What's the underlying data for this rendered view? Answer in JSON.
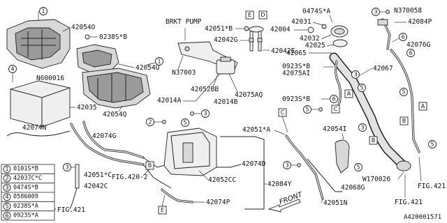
{
  "labels": {
    "l42054O": "42054O",
    "l0238SB": "0238S*B",
    "lBrktPump": "BRKT PUMP",
    "l42051B": "42051*B",
    "lE": "E",
    "lD": "D",
    "l42042G": "42042G",
    "l42042E": "42042E",
    "l0474SA": "0474S*A",
    "lN370058": "N370058",
    "l42031": "42031",
    "l42004": "42004",
    "l42084P": "42084P",
    "l42032": "42032",
    "l42025": "42025",
    "l42076G": "42076G",
    "l42065": "42065",
    "l42067": "42067",
    "l0923SB_1": "0923S*B",
    "l42075AI": "42075AI",
    "l42054U": "42054U",
    "lN37003": "N37003",
    "lN600016": "N600016",
    "l42052BB": "42052BB",
    "l42075AQ": "42075AQ",
    "l0923SB_2": "0923S*B",
    "l42035": "42035",
    "l42014A": "42014A",
    "l42014B": "42014B",
    "l42054Q": "42054Q",
    "l42074N": "42074N",
    "l42074G": "42074G",
    "l42051A": "42051*A",
    "l42054I": "42054I",
    "l42074D": "42074D",
    "l42051C": "42051*C",
    "l42042C": "42042C",
    "l42052CC": "42052CC",
    "l42084Y": "42084Y",
    "lFig4202": "FIG.420-2",
    "l42074P": "42074P",
    "lW170026": "W170026",
    "l42068G": "42068G",
    "lFig421_1": "FIG.421",
    "lFig421_2": "FIG.421",
    "lFig421_3": "FIG.421",
    "l42051N": "42051N",
    "lFront": "FRONT",
    "lDocId": "A420001571"
  },
  "callouts": {
    "c1": "1",
    "c2": "2",
    "c3": "3",
    "c4": "4",
    "c5": "5",
    "c6": "6"
  },
  "letters": {
    "A": "A",
    "B": "B",
    "C": "C",
    "D": "D",
    "E": "E"
  },
  "legend": [
    {
      "num": "1",
      "part": "0101S*B"
    },
    {
      "num": "2",
      "part": "42037C*C"
    },
    {
      "num": "3",
      "part": "0474S*B"
    },
    {
      "num": "4",
      "part": "0586009"
    },
    {
      "num": "5",
      "part": "0238S*A"
    },
    {
      "num": "6",
      "part": "0923S*A"
    }
  ]
}
